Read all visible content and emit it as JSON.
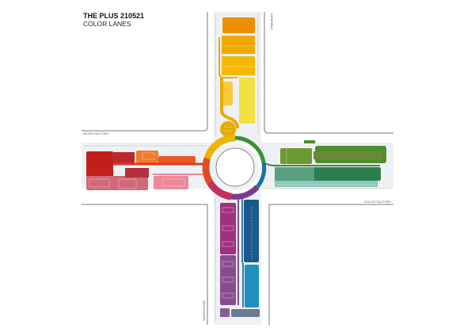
{
  "header": {
    "title": "THE PLUS 210521",
    "subtitle": "COLOR LANES"
  },
  "labels": {
    "assembly": "ASSEMBLY",
    "wood_factory": "WOOD FACTORY",
    "color_factory": "COLOR FACTORY",
    "warehouse": "WAREHOUSE"
  },
  "colors": {
    "orange": "#ec8f00",
    "amber": "#f2a800",
    "gold": "#f6b800",
    "yellow": "#f2e040",
    "yellow_dark": "#f8c840",
    "red": "#c0201a",
    "orange_red": "#e85a20",
    "orange_light": "#f07a2a",
    "crimson": "#b03040",
    "rose": "#d06a78",
    "pink": "#ec8898",
    "olive": "#6a9a30",
    "green": "#4e8e2c",
    "dark_green": "#2a7e50",
    "teal": "#8ac8b8",
    "magenta": "#a03080",
    "purple": "#8a4a90",
    "navy": "#1a5a8a",
    "cyan": "#2090c0",
    "slate": "#6a7a90"
  }
}
